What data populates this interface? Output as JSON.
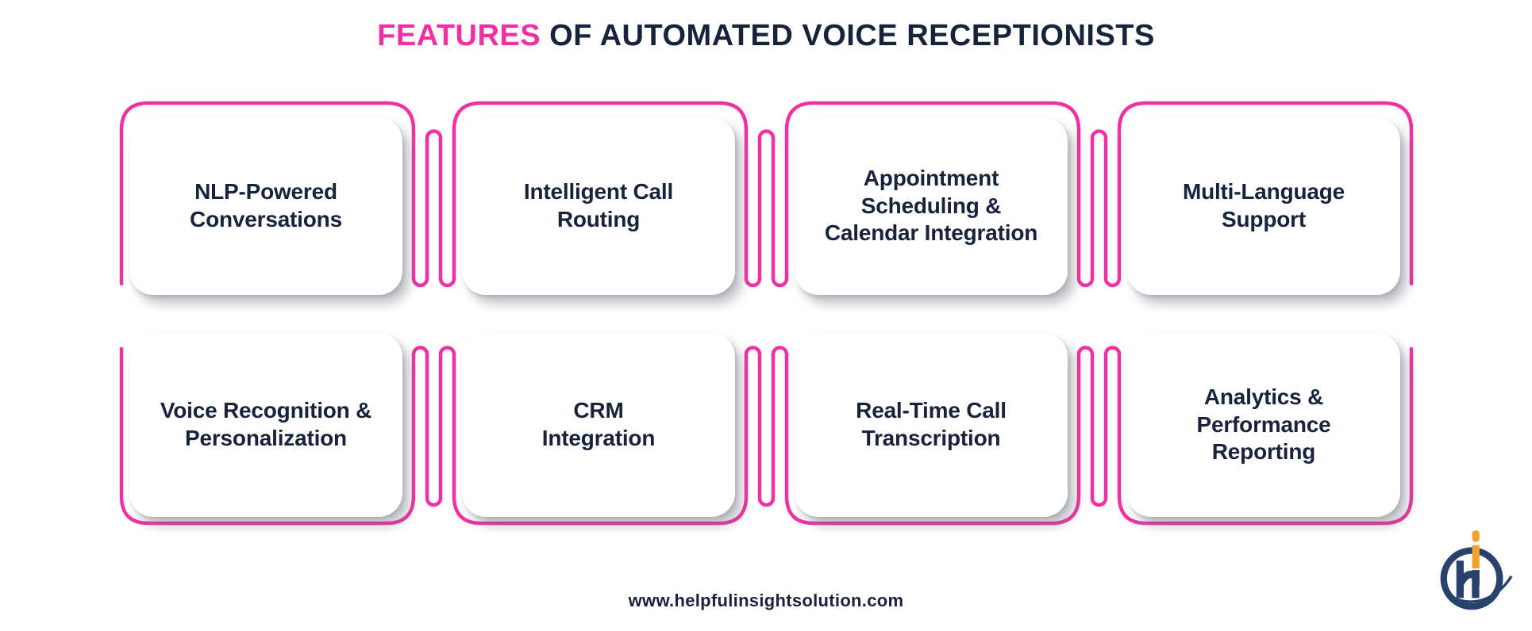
{
  "title": {
    "highlight": "FEATURES",
    "rest": " OF AUTOMATED VOICE RECEPTIONISTS"
  },
  "cards": [
    {
      "id": "nlp-powered-conversations",
      "label": "NLP-Powered\nConversations"
    },
    {
      "id": "intelligent-call-routing",
      "label": "Intelligent Call\nRouting"
    },
    {
      "id": "appointment-scheduling",
      "label": "Appointment\nScheduling &\nCalendar Integration"
    },
    {
      "id": "multi-language-support",
      "label": "Multi-Language\nSupport"
    },
    {
      "id": "voice-recognition-personalization",
      "label": "Voice Recognition &\nPersonalization"
    },
    {
      "id": "crm-integration",
      "label": "CRM\nIntegration"
    },
    {
      "id": "real-time-call-transcription",
      "label": "Real-Time Call\nTranscription"
    },
    {
      "id": "analytics-performance-reporting",
      "label": "Analytics &\nPerformance\nReporting"
    }
  ],
  "footer": {
    "url": "www.helpfulinsightsolution.com"
  },
  "logo": {
    "name": "helpful-insight-solution-logo"
  },
  "colors": {
    "pink": "#F230A2",
    "navy": "#17223B",
    "logo_navy": "#27426B",
    "logo_orange": "#F0A22E"
  }
}
